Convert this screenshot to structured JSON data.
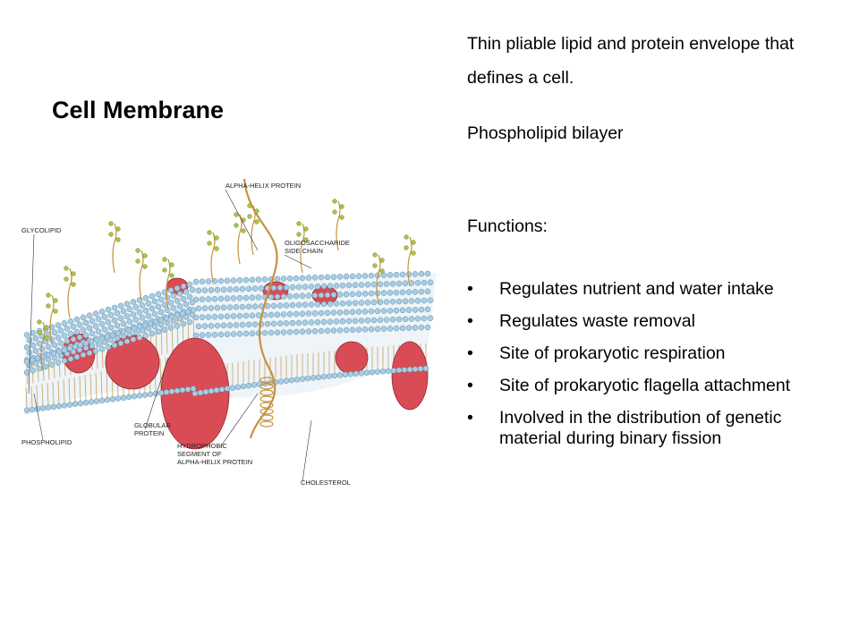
{
  "slide": {
    "title": "Cell Membrane",
    "intro": "Thin pliable lipid and protein envelope that defines a cell.",
    "layer": "Phospholipid bilayer",
    "functions_heading": "Functions:",
    "bullets": [
      "Regulates nutrient and water intake",
      "Regulates waste removal",
      "Site of prokaryotic  respiration",
      "Site of prokaryotic flagella attachment",
      "Involved in the distribution of genetic material during binary fission"
    ]
  },
  "diagram": {
    "labels": {
      "alpha_helix_protein": "ALPHA-HELIX PROTEIN",
      "glycolipid": "GLYCOLIPID",
      "oligosaccharide_1": "OLIGOSACCHARIDE",
      "oligosaccharide_2": "SIDE CHAIN",
      "phospholipid": "PHOSPHOLIPID",
      "globular_1": "GLOBULAR",
      "globular_2": "PROTEIN",
      "hydrophobic_1": "HYDROPHOBIC",
      "hydrophobic_2": "SEGMENT OF",
      "hydrophobic_3": "ALPHA-HELIX PROTEIN",
      "cholesterol": "CHOLESTEROL"
    },
    "colors": {
      "head": "#a9cde2",
      "head_stroke": "#5c8aa8",
      "tail": "#c9a25b",
      "protein": "#d94c55",
      "protein_stroke": "#8e2a30",
      "sugar": "#a8c63f",
      "helix": "#c8913f"
    }
  }
}
